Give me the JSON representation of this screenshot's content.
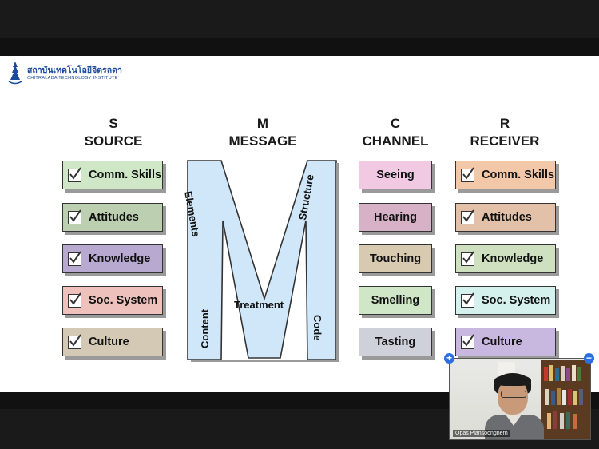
{
  "logo": {
    "thai": "สถาบันเทคโนโลยีจิตรลดา",
    "english": "CHITRALADA TECHNOLOGY INSTITUTE"
  },
  "columns": {
    "source": {
      "letter": "S",
      "title": "SOURCE",
      "items": [
        "Comm. Skills",
        "Attitudes",
        "Knowledge",
        "Soc. System",
        "Culture"
      ]
    },
    "message": {
      "letter": "M",
      "title": "MESSAGE",
      "labels": [
        "Elements",
        "Structure",
        "Treatment",
        "Content",
        "Code"
      ]
    },
    "channel": {
      "letter": "C",
      "title": "CHANNEL",
      "items": [
        "Seeing",
        "Hearing",
        "Touching",
        "Smelling",
        "Tasting"
      ]
    },
    "receiver": {
      "letter": "R",
      "title": "RECEIVER",
      "items": [
        "Comm. Skills",
        "Attitudes",
        "Knowledge",
        "Soc. System",
        "Culture"
      ]
    }
  },
  "colors": {
    "source": [
      "#cfe7c6",
      "#bccfb0",
      "#b7a9cf",
      "#efc1bc",
      "#d4c9b4"
    ],
    "channel": [
      "#f2c9e3",
      "#d7b2c7",
      "#d8c9b1",
      "#cfe7c6",
      "#cfd1da"
    ],
    "receiver": [
      "#f3c8a8",
      "#e2c1a8",
      "#cfe0c1",
      "#d5f1ee",
      "#c8b8df"
    ],
    "m_fill": "#cfe7f8"
  },
  "video": {
    "participant_name": "Opas Piansoongnern",
    "add_button": "+",
    "minimize_button": "−"
  }
}
